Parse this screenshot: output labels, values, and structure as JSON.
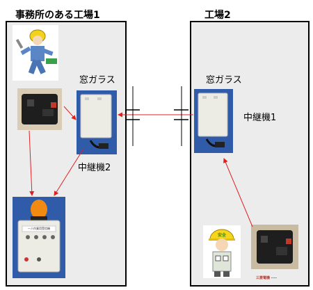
{
  "left_panel": {
    "title": "事務所のある工場1",
    "window_label": "窓ガラス",
    "repeater_label": "中継機2"
  },
  "right_panel": {
    "title": "工場2",
    "window_label": "窓ガラス",
    "repeater_label": "中継機1"
  },
  "receiver_panel_text": "一人作業用受信機",
  "helmet_text": "安全",
  "logo_text": "三菱電機 ----"
}
